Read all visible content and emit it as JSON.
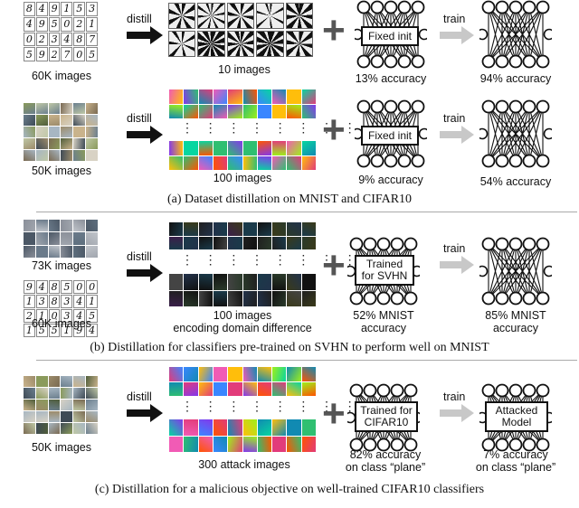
{
  "panel_a": {
    "row1": {
      "source_count": "60K images",
      "distill_label": "distill",
      "distilled_count": "10 images",
      "init_box": "Fixed init",
      "before_accuracy": "13% accuracy",
      "train_label": "train",
      "after_accuracy": "94% accuracy",
      "digits": [
        "8",
        "4",
        "9",
        "1",
        "5",
        "3",
        "4",
        "9",
        "5",
        "0",
        "2",
        "1",
        "0",
        "2",
        "3",
        "4",
        "8",
        "7",
        "5",
        "9",
        "2",
        "7",
        "0",
        "5"
      ]
    },
    "row2": {
      "source_count": "50K images",
      "distill_label": "distill",
      "distilled_count": "100 images",
      "init_box": "Fixed init",
      "before_accuracy": "9% accuracy",
      "train_label": "train",
      "after_accuracy": "54% accuracy"
    },
    "caption": "(a) Dataset distillation on MNIST and CIFAR10"
  },
  "panel_b": {
    "source_count_1": "73K images",
    "source_count_2": "60K images",
    "distill_label": "distill",
    "distilled_line1": "100 images",
    "distilled_line2": "encoding domain difference",
    "box_line1": "Trained",
    "box_line2": "for SVHN",
    "before_line1": "52% MNIST",
    "before_line2": "accuracy",
    "train_label": "train",
    "after_line1": "85% MNIST",
    "after_line2": "accuracy",
    "caption": "(b) Distillation for classifiers pre-trained on SVHN to perform well on MNIST",
    "digits": [
      "9",
      "4",
      "8",
      "5",
      "0",
      "0",
      "1",
      "3",
      "8",
      "3",
      "4",
      "1",
      "2",
      "1",
      "0",
      "3",
      "4",
      "5",
      "1",
      "5",
      "5",
      "1",
      "9",
      "4"
    ]
  },
  "panel_c": {
    "source_count": "50K images",
    "distill_label": "distill",
    "distilled_count": "300 attack images",
    "box1_line1": "Trained for",
    "box1_line2": "CIFAR10",
    "before_line1": "82% accuracy",
    "before_line2": "on class “plane”",
    "train_label": "train",
    "box2_line1": "Attacked",
    "box2_line2": "Model",
    "after_line1": "7% accuracy",
    "after_line2": "on class “plane”",
    "caption": "(c) Distillation for a malicious objective on well-trained CIFAR10 classifiers"
  },
  "colors": {
    "arrow_gray": "#c8c8c8",
    "plus_gray": "#555555",
    "rule": "#aaaaaa"
  }
}
